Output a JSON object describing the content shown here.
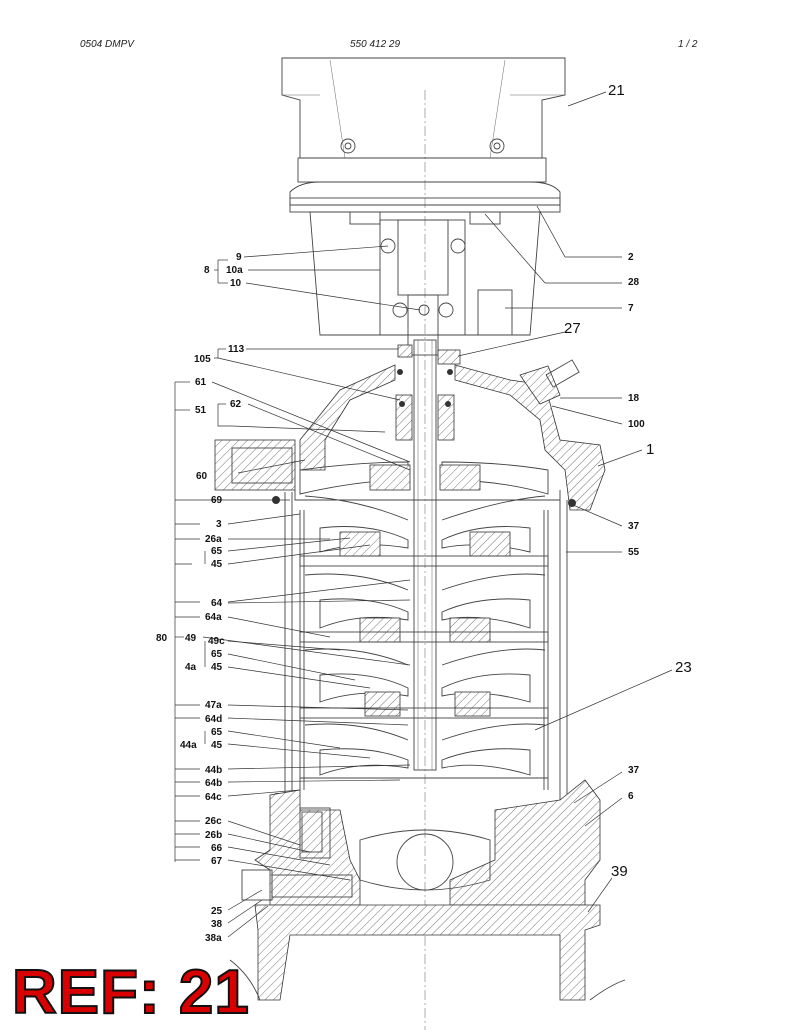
{
  "header": {
    "left": "0504 DMPV",
    "center": "550 412 29",
    "right": "1 /   2"
  },
  "stamp": "REF: 21",
  "callouts_large": [
    {
      "id": "c21",
      "text": "21"
    },
    {
      "id": "c27",
      "text": "27"
    },
    {
      "id": "c1",
      "text": "1"
    },
    {
      "id": "c23",
      "text": "23"
    },
    {
      "id": "c39",
      "text": "39"
    }
  ],
  "callouts_right": [
    {
      "id": "r2",
      "text": "2"
    },
    {
      "id": "r28",
      "text": "28"
    },
    {
      "id": "r7",
      "text": "7"
    },
    {
      "id": "r18",
      "text": "18"
    },
    {
      "id": "r100",
      "text": "100"
    },
    {
      "id": "r37a",
      "text": "37"
    },
    {
      "id": "r55",
      "text": "55"
    },
    {
      "id": "r37b",
      "text": "37"
    },
    {
      "id": "r6",
      "text": "6"
    }
  ],
  "callouts_left": [
    {
      "id": "l9",
      "text": "9"
    },
    {
      "id": "l8",
      "text": "8"
    },
    {
      "id": "l10a",
      "text": "10a"
    },
    {
      "id": "l10",
      "text": "10"
    },
    {
      "id": "l113",
      "text": "113"
    },
    {
      "id": "l105",
      "text": "105"
    },
    {
      "id": "l61",
      "text": "61"
    },
    {
      "id": "l62",
      "text": "62"
    },
    {
      "id": "l51",
      "text": "51"
    },
    {
      "id": "l60",
      "text": "60"
    },
    {
      "id": "l69",
      "text": "69"
    },
    {
      "id": "l3",
      "text": "3"
    },
    {
      "id": "l26a",
      "text": "26a"
    },
    {
      "id": "l65a",
      "text": "65"
    },
    {
      "id": "l45a",
      "text": "45"
    },
    {
      "id": "l64",
      "text": "64"
    },
    {
      "id": "l64a",
      "text": "64a"
    },
    {
      "id": "l80",
      "text": "80"
    },
    {
      "id": "l49",
      "text": "49"
    },
    {
      "id": "l49c",
      "text": "49c"
    },
    {
      "id": "l65b",
      "text": "65"
    },
    {
      "id": "l4a",
      "text": "4a"
    },
    {
      "id": "l45b",
      "text": "45"
    },
    {
      "id": "l47a",
      "text": "47a"
    },
    {
      "id": "l64d",
      "text": "64d"
    },
    {
      "id": "l65c",
      "text": "65"
    },
    {
      "id": "l44a",
      "text": "44a"
    },
    {
      "id": "l45c",
      "text": "45"
    },
    {
      "id": "l44b",
      "text": "44b"
    },
    {
      "id": "l64b",
      "text": "64b"
    },
    {
      "id": "l64c",
      "text": "64c"
    },
    {
      "id": "l26c",
      "text": "26c"
    },
    {
      "id": "l26b",
      "text": "26b"
    },
    {
      "id": "l66",
      "text": "66"
    },
    {
      "id": "l67",
      "text": "67"
    },
    {
      "id": "l25",
      "text": "25"
    },
    {
      "id": "l38",
      "text": "38"
    },
    {
      "id": "l38a",
      "text": "38a"
    }
  ]
}
